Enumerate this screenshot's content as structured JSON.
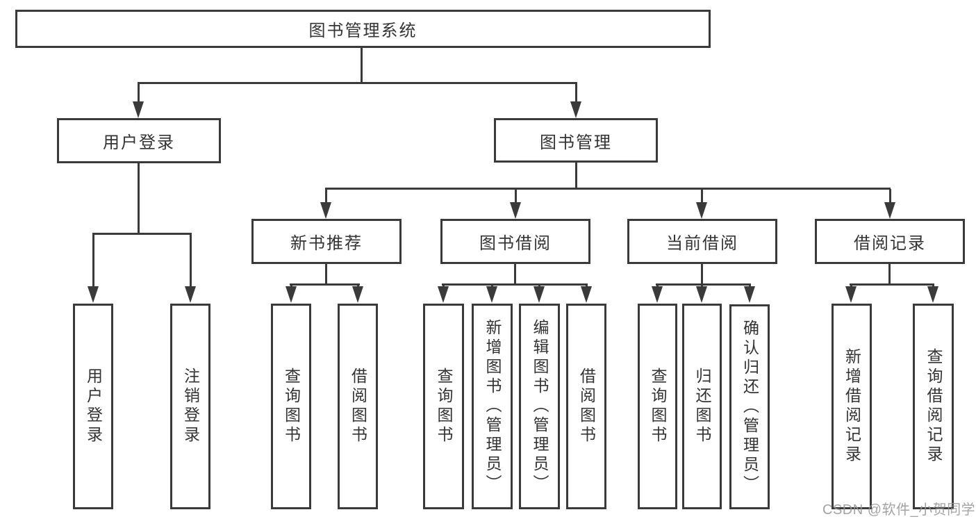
{
  "tree": {
    "label": "图书管理系统",
    "children": [
      {
        "label": "用户登录",
        "children": [
          {
            "label": "用户登录"
          },
          {
            "label": "注销登录"
          }
        ]
      },
      {
        "label": "图书管理",
        "children": [
          {
            "label": "新书推荐",
            "children": [
              {
                "label": "查询图书"
              },
              {
                "label": "借阅图书"
              }
            ]
          },
          {
            "label": "图书借阅",
            "children": [
              {
                "label": "查询图书"
              },
              {
                "label": "新增图书（管理员）"
              },
              {
                "label": "编辑图书（管理员）"
              },
              {
                "label": "借阅图书"
              }
            ]
          },
          {
            "label": "当前借阅",
            "children": [
              {
                "label": "查询图书"
              },
              {
                "label": "归还图书"
              },
              {
                "label": "确认归还（管理员）"
              }
            ]
          },
          {
            "label": "借阅记录",
            "children": [
              {
                "label": "新增借阅记录"
              },
              {
                "label": "查询借阅记录"
              }
            ]
          }
        ]
      }
    ]
  },
  "watermark": {
    "text": "CSDN @软件_小贺同学"
  },
  "colors": {
    "line": "#3a3a3a",
    "text": "#333333",
    "background": "#ffffff",
    "watermark": "#969696"
  }
}
